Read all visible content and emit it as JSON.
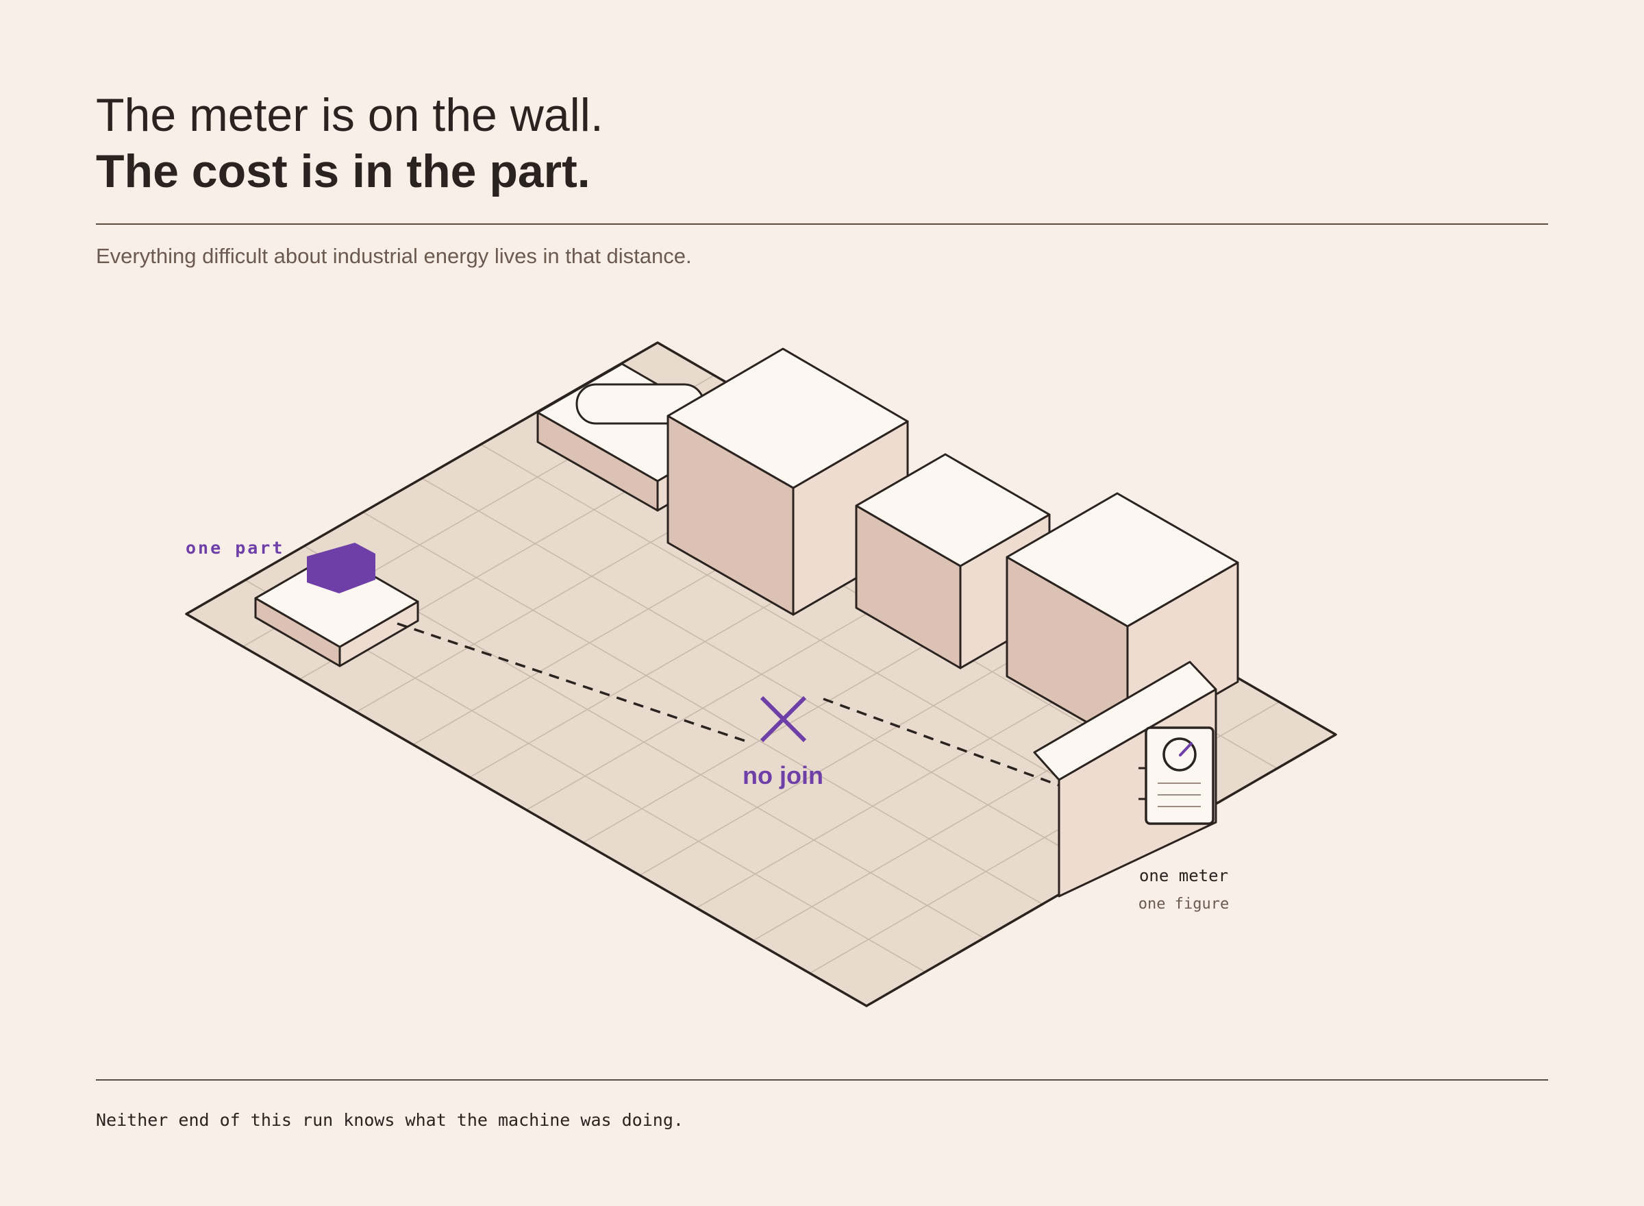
{
  "heading": {
    "line1": "The meter is on the wall.",
    "line2": "The cost is in the part."
  },
  "subtitle": "Everything difficult about industrial energy lives in that distance.",
  "labels": {
    "part": "one part",
    "join": "no join",
    "meter": "one meter",
    "figure": "one figure"
  },
  "footer": "Neither end of this run knows what the machine was doing.",
  "colors": {
    "background": "#f8efe9",
    "floor": "#e8dbce",
    "ink": "#2b231f",
    "accent": "#6f3fa8",
    "box_top": "#fdf7f2",
    "box_left": "#dcc2b4",
    "box_right": "#efdcd0"
  },
  "icons": {
    "part": "hexagon-part-icon",
    "join": "cross-icon",
    "meter": "gauge-dial-icon"
  }
}
